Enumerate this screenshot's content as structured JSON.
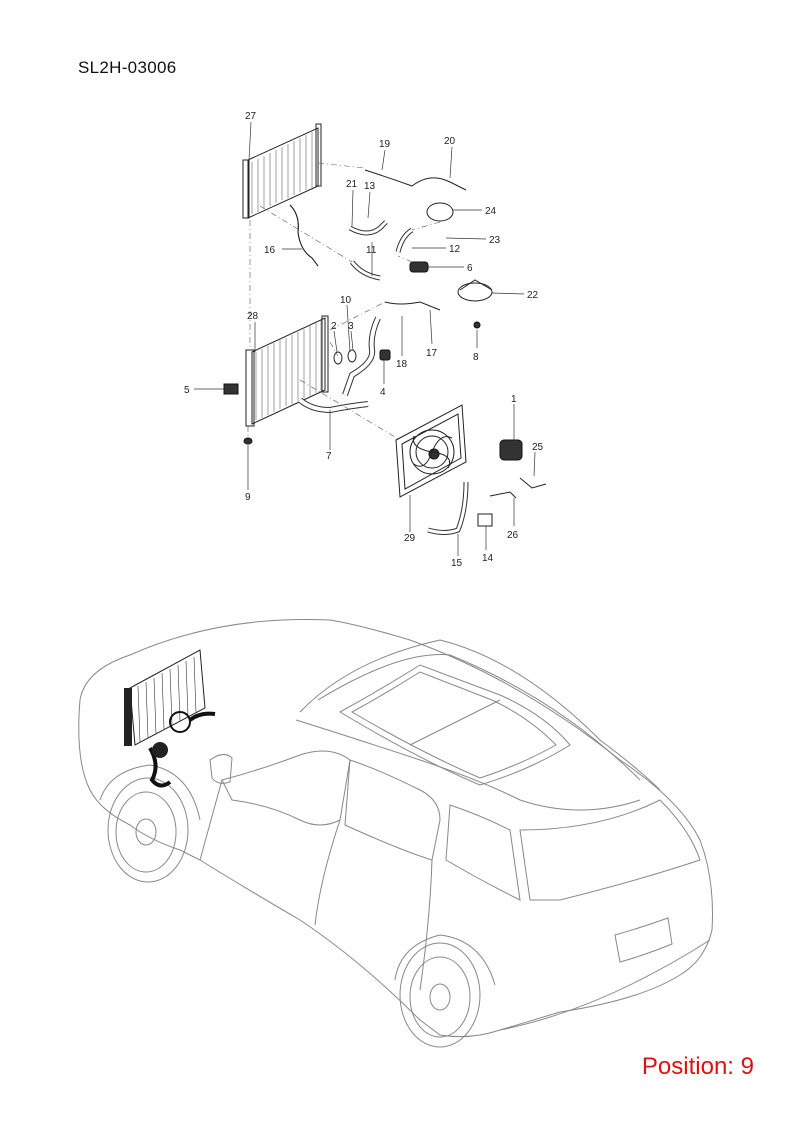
{
  "page": {
    "code": "SL2H-03006",
    "position_label": "Position: 9",
    "position_color": "#e01010"
  },
  "callouts": [
    {
      "id": "27",
      "label": "27"
    },
    {
      "id": "19",
      "label": "19"
    },
    {
      "id": "20",
      "label": "20"
    },
    {
      "id": "21",
      "label": "21"
    },
    {
      "id": "13",
      "label": "13"
    },
    {
      "id": "24",
      "label": "24"
    },
    {
      "id": "23",
      "label": "23"
    },
    {
      "id": "16",
      "label": "16"
    },
    {
      "id": "12",
      "label": "12"
    },
    {
      "id": "11",
      "label": "11"
    },
    {
      "id": "6",
      "label": "6"
    },
    {
      "id": "22",
      "label": "22"
    },
    {
      "id": "10",
      "label": "10"
    },
    {
      "id": "28",
      "label": "28"
    },
    {
      "id": "2",
      "label": "2"
    },
    {
      "id": "3",
      "label": "3"
    },
    {
      "id": "17",
      "label": "17"
    },
    {
      "id": "8",
      "label": "8"
    },
    {
      "id": "18",
      "label": "18"
    },
    {
      "id": "5",
      "label": "5"
    },
    {
      "id": "4",
      "label": "4"
    },
    {
      "id": "7",
      "label": "7"
    },
    {
      "id": "1",
      "label": "1"
    },
    {
      "id": "25",
      "label": "25"
    },
    {
      "id": "9",
      "label": "9"
    },
    {
      "id": "26",
      "label": "26"
    },
    {
      "id": "29",
      "label": "29"
    },
    {
      "id": "14",
      "label": "14"
    },
    {
      "id": "15",
      "label": "15"
    }
  ]
}
